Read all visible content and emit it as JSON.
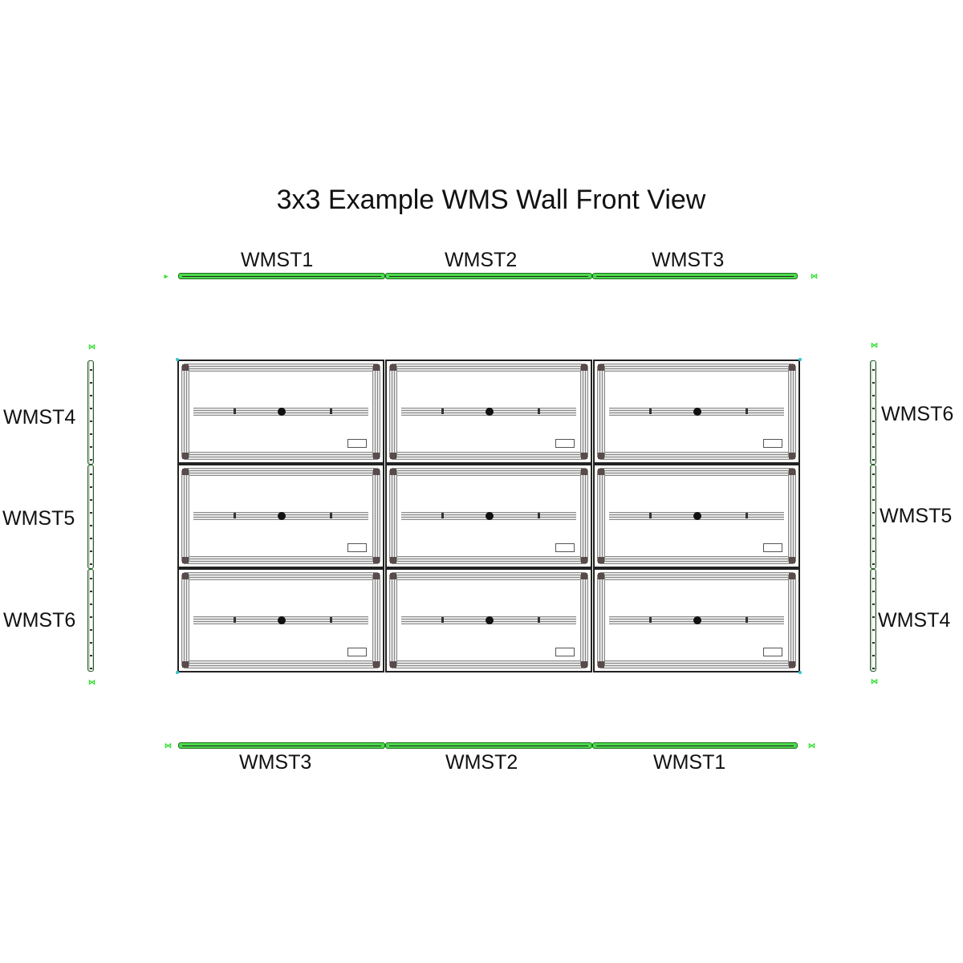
{
  "title": "3x3 Example WMS Wall Front View",
  "top_labels": [
    "WMST1",
    "WMST2",
    "WMST3"
  ],
  "bottom_labels": [
    "WMST3",
    "WMST2",
    "WMST1"
  ],
  "left_labels": [
    "WMST4",
    "WMST5",
    "WMST6"
  ],
  "right_labels": [
    "WMST6",
    "WMST5",
    "WMST4"
  ],
  "grid": {
    "rows": 3,
    "cols": 3
  },
  "colors": {
    "trim": "#4cd94c",
    "panel_outline": "#222222",
    "corner_dot": "#2cc6d6"
  }
}
